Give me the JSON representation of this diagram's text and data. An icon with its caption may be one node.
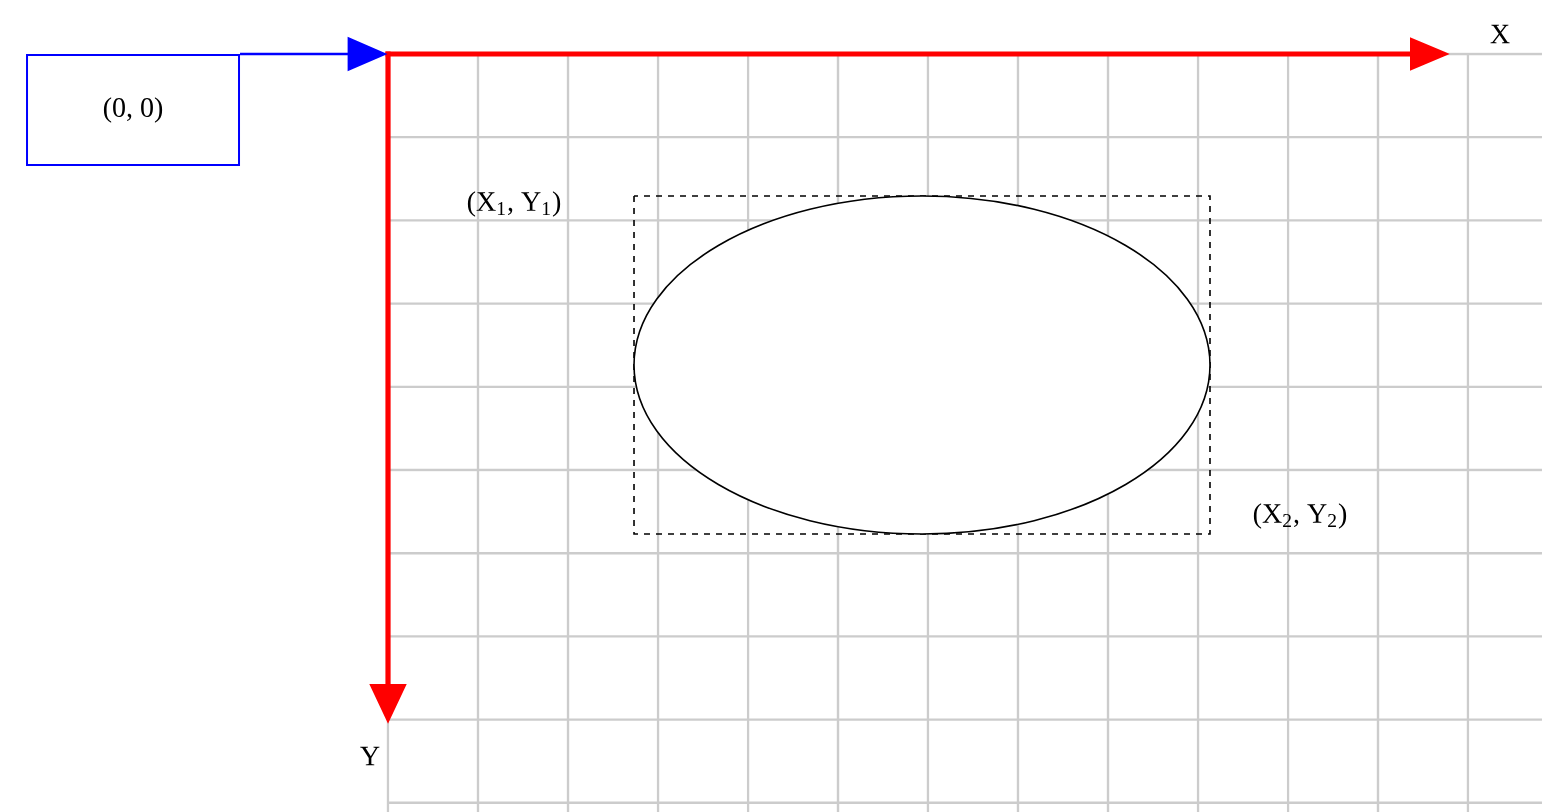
{
  "diagram": {
    "nodes": [
      {
        "text": [
          "(0, 0)"
        ]
      },
      {
        "text": [],
        "shape": "picture"
      }
    ],
    "edges": [
      {
        "from": 0,
        "to": 1,
        "arrow": "to"
      }
    ],
    "labels": [
      "X",
      "Y",
      "(X$_{1}$, Y$_{1}$)",
      "(X$_{2}$, Y$_{2}$)"
    ]
  }
}
